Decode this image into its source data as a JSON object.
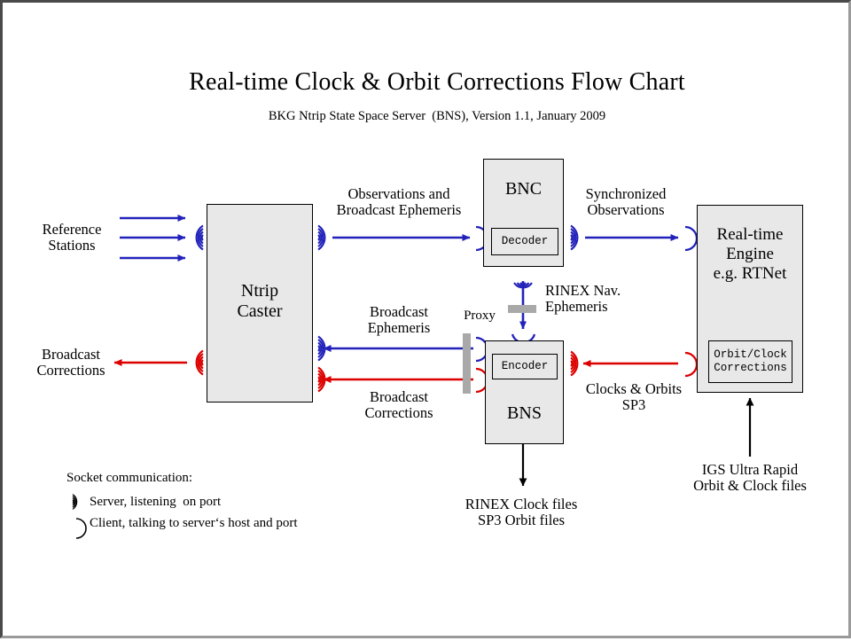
{
  "page": {
    "title": "Real-time Clock & Orbit Corrections Flow Chart",
    "subtitle": "BKG Ntrip State Space Server  (BNS), Version 1.1, January 2009"
  },
  "colors": {
    "blue": "#2222bb",
    "red": "#dd0000",
    "box_fill": "#e8e8e8",
    "box_stroke": "#000000",
    "proxy_gray": "#a9a9a9",
    "frame_dark": "#4a4a4a",
    "frame_light": "#9a9a9a"
  },
  "nodes": {
    "ntrip_caster": {
      "label": "Ntrip\nCaster"
    },
    "bnc": {
      "label": "BNC",
      "inner": "Decoder"
    },
    "bns": {
      "label": "BNS",
      "inner": "Encoder"
    },
    "rt_engine": {
      "label": "Real-time\nEngine\ne.g. RTNet",
      "inner": "Orbit/Clock\nCorrections"
    },
    "proxy": {
      "label": "Proxy"
    }
  },
  "labels": {
    "reference_stations": "Reference\nStations",
    "broadcast_corrections_out": "Broadcast\nCorrections",
    "observations_and_ephemeris": "Observations and\nBroadcast Ephemeris",
    "synchronized_observations": "Synchronized\nObservations",
    "broadcast_ephemeris": "Broadcast\nEphemeris",
    "broadcast_corrections_in": "Broadcast\nCorrections",
    "rinex_nav_ephemeris": "RINEX Nav.\nEphemeris",
    "clocks_and_orbits": "Clocks & Orbits\nSP3",
    "rinex_clock_files": "RINEX Clock files\nSP3 Orbit files",
    "igs_ultra_rapid": "IGS Ultra Rapid\nOrbit & Clock files"
  },
  "legend": {
    "heading": "Socket communication:",
    "items": [
      {
        "icon": "server-waves-icon",
        "text": "Server, listening  on port"
      },
      {
        "icon": "client-paren-icon",
        "text": "Client, talking to server‘s host and port"
      }
    ]
  }
}
